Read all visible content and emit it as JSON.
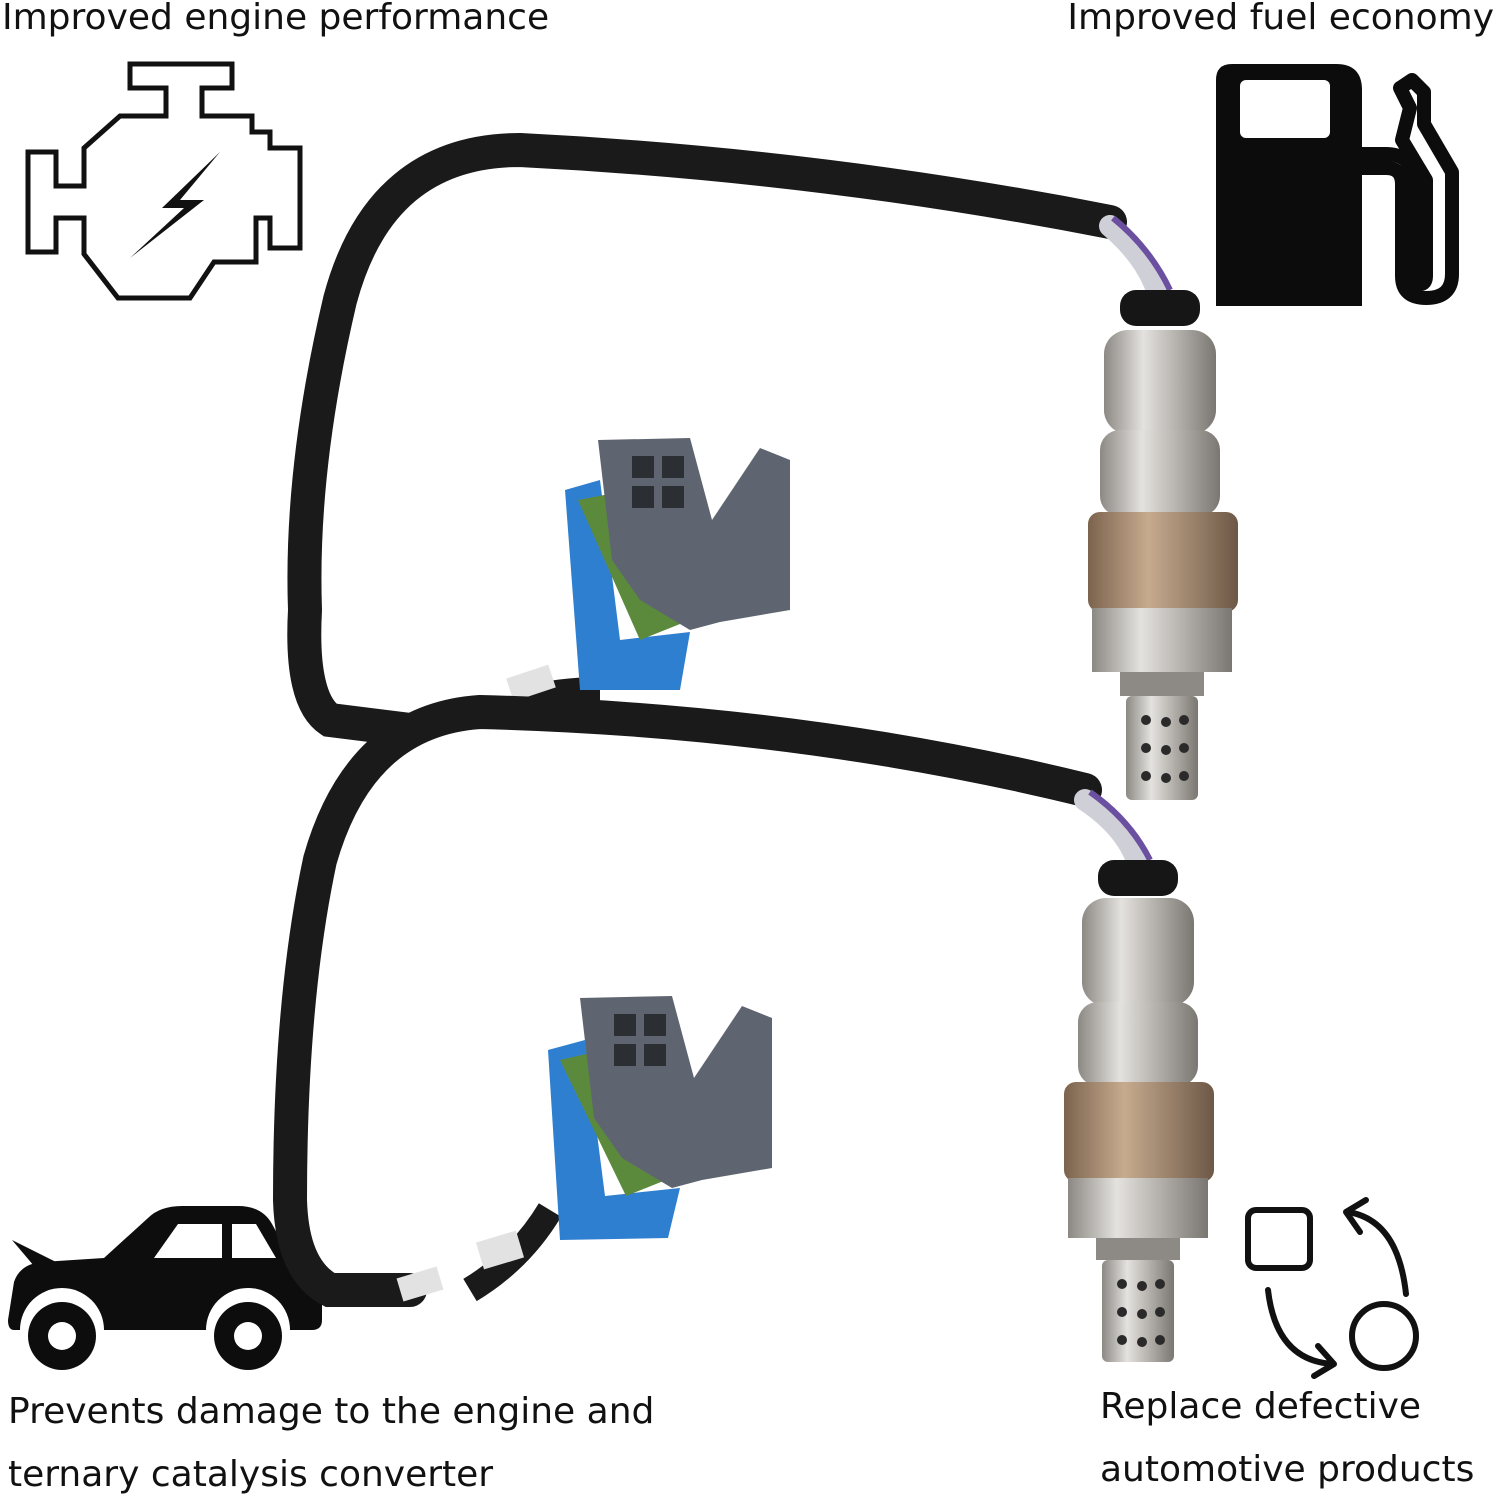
{
  "captions": {
    "top_left": "Improved engine performance",
    "top_right": "Improved fuel economy",
    "bottom_left_line1": "Prevents damage to the engine and",
    "bottom_left_line2": "ternary catalysis converter",
    "bottom_right_line1": "Replace defective",
    "bottom_right_line2": "automotive products"
  },
  "icons": {
    "top_left": "engine-icon",
    "top_right": "fuel-pump-icon",
    "bottom_left": "car-icon",
    "bottom_right": "replace-cycle-icon"
  },
  "colors": {
    "cable": "#1a1a1a",
    "connector_body": "#5f6570",
    "connector_seal": "#5c8a3c",
    "connector_clip": "#2f7fd0",
    "sensor_metal": "#b9b6b1",
    "sensor_bronze": "#a3866a"
  }
}
